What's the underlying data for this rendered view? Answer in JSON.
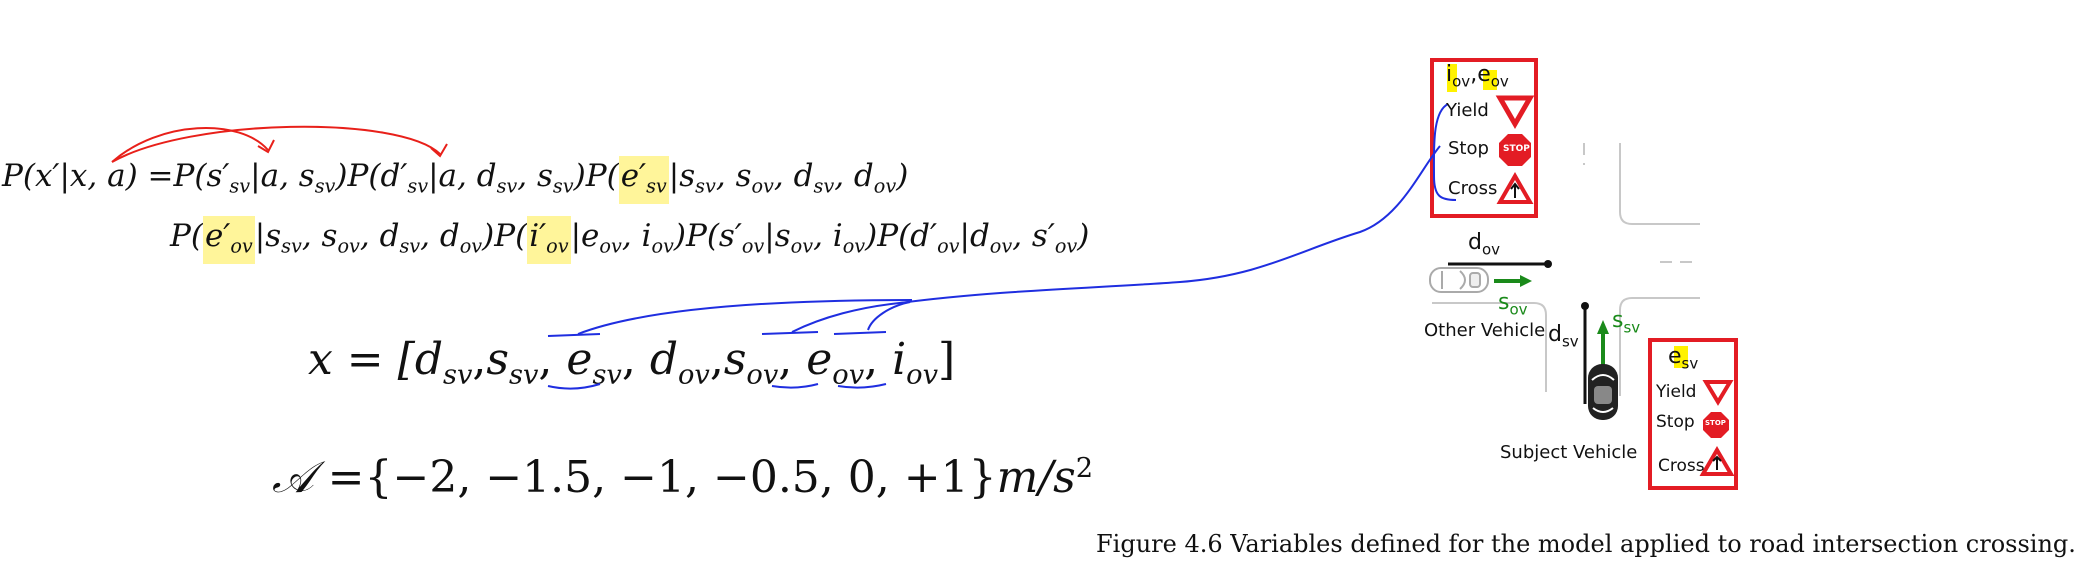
{
  "equations": {
    "transition_line1": {
      "prefix": "P(x′|x, a) =",
      "t1": "P(s′",
      "t1_sub": "sv",
      "t1_rest": "|a, s",
      "t1_rest_sub": "sv",
      "t1_close": ")",
      "t2": "P(d′",
      "t2_sub": "sv",
      "t2_rest": "|a, d",
      "t2_rest_sub1": "sv",
      "t2_rest2": ", s",
      "t2_rest_sub2": "sv",
      "t2_close": ")",
      "t3_open": "P(",
      "t3_hl": "e′",
      "t3_hl_sub": "sv",
      "t3_rest": "|s",
      "t3_s1": "sv",
      "t3_c1": ", s",
      "t3_s2": "ov",
      "t3_c2": ", d",
      "t3_s3": "sv",
      "t3_c3": ", d",
      "t3_s4": "ov",
      "t3_close": ")"
    },
    "transition_line2": {
      "t4_open": "P(",
      "t4_hl": "e′",
      "t4_hl_sub": "ov",
      "t4_rest": "|s",
      "t4_s1": "sv",
      "t4_c1": ", s",
      "t4_s2": "ov",
      "t4_c2": ", d",
      "t4_s3": "sv",
      "t4_c3": ", d",
      "t4_s4": "ov",
      "t4_close": ")",
      "t5_open": "P(",
      "t5_hl": "i′",
      "t5_hl_sub": "ov",
      "t5_rest": "|e",
      "t5_s1": "ov",
      "t5_c1": ", i",
      "t5_s2": "ov",
      "t5_close": ")",
      "t6": "P(s′",
      "t6_sub": "ov",
      "t6_rest": "|s",
      "t6_s1": "ov",
      "t6_c1": ", i",
      "t6_s2": "ov",
      "t6_close": ")",
      "t7": "P(d′",
      "t7_sub": "ov",
      "t7_rest": "|d",
      "t7_s1": "ov",
      "t7_c1": ", s′",
      "t7_s2": "ov",
      "t7_close": ")"
    },
    "state": {
      "lhs": "x = [",
      "v1": "d",
      "v1s": "sv",
      "c": ",",
      "v2": "s",
      "v2s": "sv",
      "v3": "e",
      "v3s": "sv",
      "v4": "d",
      "v4s": "ov",
      "v5": "s",
      "v5s": "ov",
      "v6": "e",
      "v6s": "ov",
      "v7": "i",
      "v7s": "ov",
      "close": "]"
    },
    "actions": {
      "lhs": "𝒜 =",
      "set": "{−2, −1.5, −1, −0.5, 0, +1}",
      "unit": "m/s",
      "exp": "2"
    }
  },
  "diagram": {
    "ov_box_title_i": "i",
    "ov_box_title_i_sub": "ov",
    "ov_box_title_sep": ",",
    "ov_box_title_e": "e",
    "ov_box_title_e_sub": "ov",
    "sv_box_title_e": "e",
    "sv_box_title_e_sub": "sv",
    "signs": [
      "Yield",
      "Stop",
      "Cross"
    ],
    "stop_text": "STOP",
    "d_ov": "d",
    "d_ov_sub": "ov",
    "s_ov": "s",
    "s_ov_sub": "ov",
    "d_sv": "d",
    "d_sv_sub": "sv",
    "s_sv": "s",
    "s_sv_sub": "sv",
    "other_vehicle": "Other Vehicle",
    "subject_vehicle": "Subject Vehicle"
  },
  "caption": "Figure 4.6 Variables defined for the model applied to road intersection crossing.",
  "colors": {
    "highlight": "#fff59a",
    "sign_red": "#e31c24",
    "speed_green": "#1a8a1a",
    "annotation_blue": "#1f2ee0",
    "annotation_red": "#e8201a"
  }
}
